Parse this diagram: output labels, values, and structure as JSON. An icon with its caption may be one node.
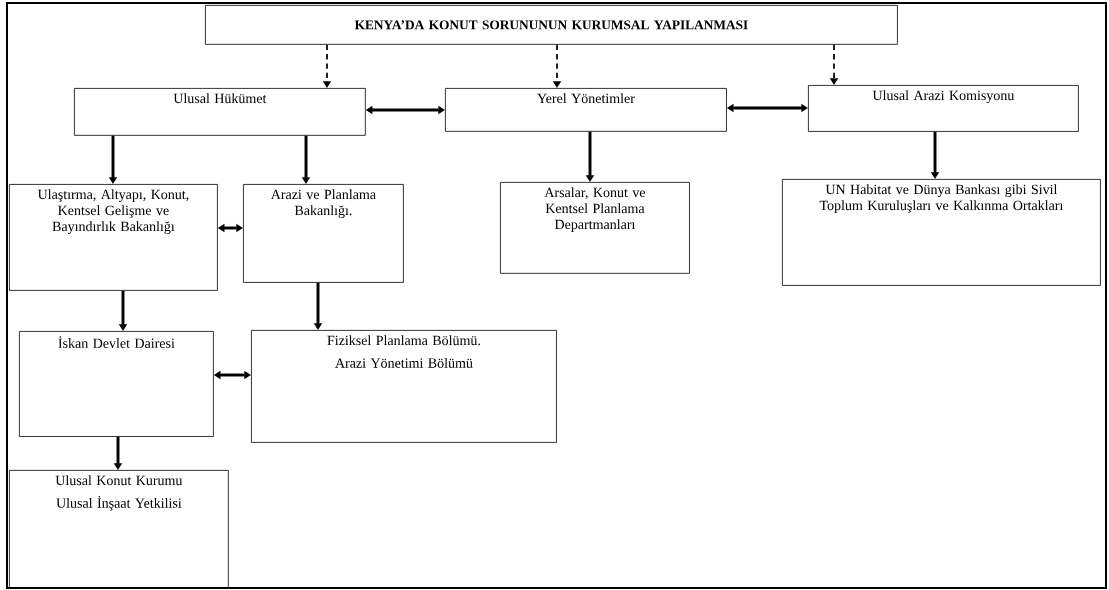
{
  "diagram": {
    "nodes": [
      {
        "text": [
          "KENYA’DA KONUT SORUNUNUN KURUMSAL YAPILANMASI"
        ]
      },
      {
        "text": [
          "Ulusal Hükümet"
        ]
      },
      {
        "text": [
          "Yerel Yönetimler"
        ]
      },
      {
        "text": [
          "Ulusal Arazi Komisyonu"
        ]
      },
      {
        "text": [
          "Ulaştırma, Altyapı, Konut, Kentsel Gelişme ve Bayındırlık Bakanlığı"
        ]
      },
      {
        "text": [
          "Arazi ve Planlama Bakanlığı."
        ]
      },
      {
        "text": [
          "Arsalar, Konut ve Kentsel Planlama Departmanları"
        ]
      },
      {
        "text": [
          "UN Habitat ve Dünya Bankası gibi Sivil Toplum Kuruluşları ve Kalkınma Ortakları"
        ]
      },
      {
        "text": [
          "İskan Devlet Dairesi"
        ]
      },
      {
        "text": [
          "Fiziksel Planlama Bölümü.",
          "Arazi Yönetimi Bölümü"
        ]
      },
      {
        "text": [
          "Ulusal Konut Kurumu",
          "Ulusal İnşaat Yetkilisi"
        ]
      }
    ],
    "edges": [
      {
        "from": 0,
        "to": 1,
        "arrow": "to",
        "style": "dashed"
      },
      {
        "from": 0,
        "to": 2,
        "arrow": "to",
        "style": "dashed"
      },
      {
        "from": 0,
        "to": 3,
        "arrow": "to",
        "style": "dashed"
      },
      {
        "from": 1,
        "to": 2,
        "arrow": "both"
      },
      {
        "from": 2,
        "to": 3,
        "arrow": "both"
      },
      {
        "from": 1,
        "to": 4,
        "arrow": "to"
      },
      {
        "from": 1,
        "to": 5,
        "arrow": "to"
      },
      {
        "from": 2,
        "to": 6,
        "arrow": "to"
      },
      {
        "from": 3,
        "to": 7,
        "arrow": "to"
      },
      {
        "from": 4,
        "to": 5,
        "arrow": "both"
      },
      {
        "from": 4,
        "to": 8,
        "arrow": "to"
      },
      {
        "from": 5,
        "to": 9,
        "arrow": "to"
      },
      {
        "from": 8,
        "to": 9,
        "arrow": "both"
      },
      {
        "from": 8,
        "to": 10,
        "arrow": "to"
      }
    ]
  }
}
